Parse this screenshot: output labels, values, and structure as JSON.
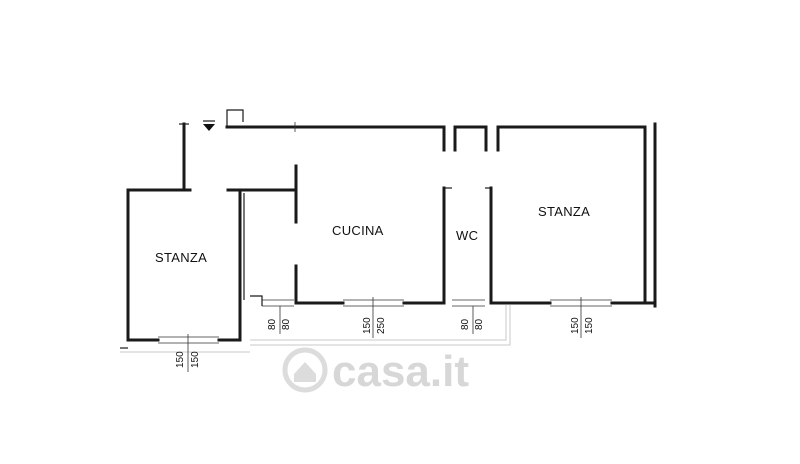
{
  "rooms": {
    "stanza_left": "STANZA",
    "cucina": "CUCINA",
    "wc": "WC",
    "stanza_right": "STANZA"
  },
  "dimensions": {
    "left_window": [
      "150",
      "150"
    ],
    "balcony_a": [
      "80",
      "80"
    ],
    "cucina_window": [
      "150",
      "250"
    ],
    "wc_window": [
      "80",
      "80"
    ],
    "right_window": [
      "150",
      "150"
    ]
  },
  "watermark": "casa.it"
}
